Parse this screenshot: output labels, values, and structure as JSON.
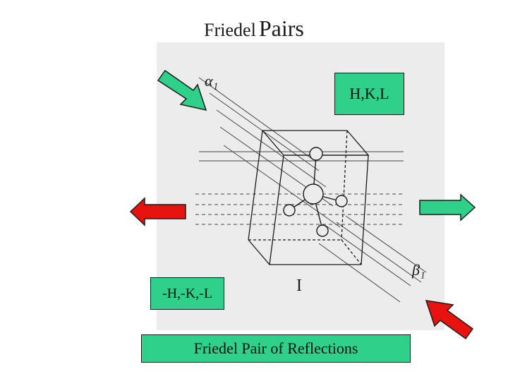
{
  "title": {
    "word1": "Friedel",
    "word2": "Pairs"
  },
  "labels": {
    "hkl": "H,K,L",
    "neg_hkl": "-H,-K,-L",
    "caption": "Friedel Pair of Reflections"
  },
  "sketch": {
    "alpha_label": "α₁",
    "beta_label": "β₁",
    "roman_label": "I"
  },
  "colors": {
    "green": "#2fd08a",
    "red": "#e8120f",
    "paper": "#ececec",
    "ink": "#1a1a1a"
  },
  "icons": [
    "green-diagonal-arrow-icon",
    "red-left-arrow-icon",
    "green-right-arrow-icon",
    "red-diagonal-arrow-icon"
  ]
}
